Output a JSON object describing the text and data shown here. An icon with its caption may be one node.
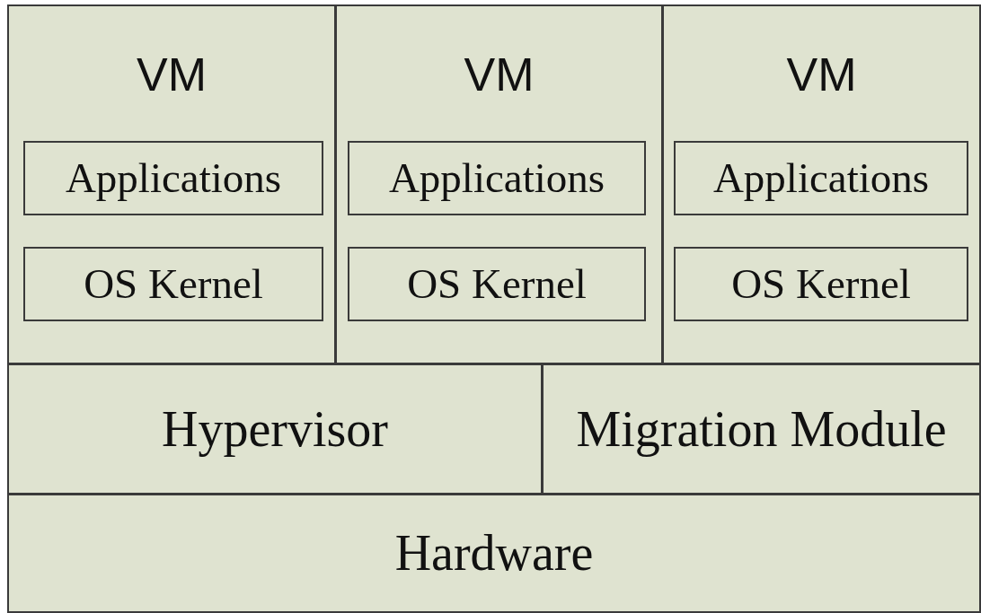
{
  "diagram": {
    "nodes": [
      {
        "text": [
          "VM"
        ]
      },
      {
        "text": [
          "Applications"
        ],
        "in": 0
      },
      {
        "text": [
          "OS Kernel"
        ],
        "in": 0
      },
      {
        "text": [
          "VM"
        ]
      },
      {
        "text": [
          "Applications"
        ],
        "in": 3
      },
      {
        "text": [
          "OS Kernel"
        ],
        "in": 3
      },
      {
        "text": [
          "VM"
        ]
      },
      {
        "text": [
          "Applications"
        ],
        "in": 6
      },
      {
        "text": [
          "OS Kernel"
        ],
        "in": 6
      },
      {
        "text": [
          "Hypervisor"
        ]
      },
      {
        "text": [
          "Migration Module"
        ]
      },
      {
        "text": [
          "Hardware"
        ]
      }
    ]
  }
}
